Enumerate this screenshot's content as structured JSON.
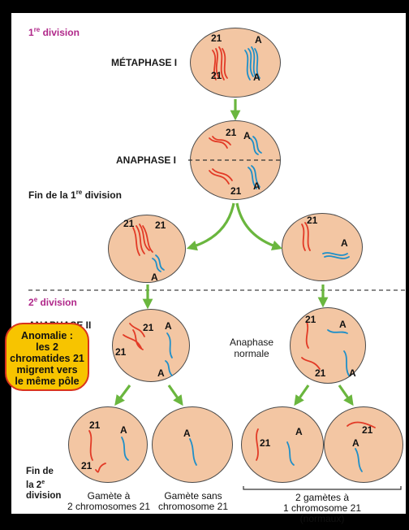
{
  "header": {
    "first_division_num": "1",
    "first_division_sup": "re",
    "first_division_word": " division",
    "second_division_num": "2",
    "second_division_sup": "e",
    "second_division_word": " division"
  },
  "stages": {
    "metaphase1": "MÉTAPHASE I",
    "anaphase1": "ANAPHASE I",
    "end_first_prefix": "Fin de la 1",
    "end_first_sup": "re",
    "end_first_suffix": " division",
    "anaphase2": "ANAPHASE II",
    "anaphase_normal_line1": "Anaphase",
    "anaphase_normal_line2": "normale",
    "end_second_line1": "Fin de",
    "end_second_line2_prefix": "la 2",
    "end_second_line2_sup": "e",
    "end_second_line3": "division"
  },
  "anomaly": {
    "line1": "Anomalie :",
    "line2": "les 2",
    "line3": "chromatides 21",
    "line4": "migrent vers",
    "line5": "le même pôle"
  },
  "chromosome_labels": {
    "c21": "21",
    "cA": "A"
  },
  "captions": {
    "gamete_two_line1": "Gamète à",
    "gamete_two_line2": "2 chromosomes 21",
    "gamete_none_line1": "Gamète sans",
    "gamete_none_line2": "chromosome 21",
    "gamete_normal_line1": "2 gamètes à",
    "gamete_normal_line2": "1 chromosome 21",
    "gamete_normal_line3": "(normaux)"
  },
  "colors": {
    "cell_fill": "#f3c6a3",
    "chromosome_21": "#e23a26",
    "chromosome_a": "#1f8fc8",
    "arrow": "#6ab63e",
    "division_label": "#b0288a",
    "anomaly_fill": "#f7c400",
    "anomaly_border": "#d9331d"
  }
}
